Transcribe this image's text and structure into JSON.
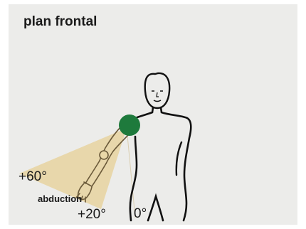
{
  "title": "plan frontal",
  "labels": {
    "plus60": "+60°",
    "abduction": "abduction",
    "plus20": "+20°",
    "zero": "0°"
  },
  "colors": {
    "background": "#ececea",
    "range_fill": "#e8d3a0",
    "joint": "#1e7a3c",
    "outline": "#111111"
  },
  "icons": {
    "shoulder_joint": "joint-dot-icon"
  }
}
